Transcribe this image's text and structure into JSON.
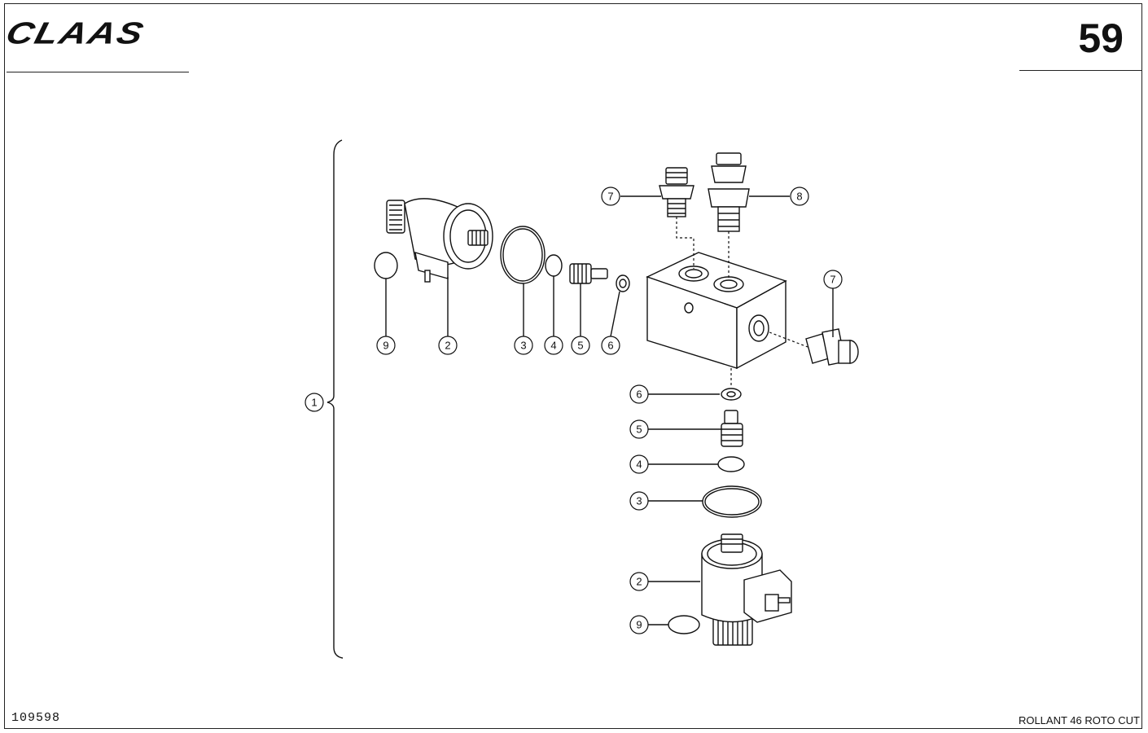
{
  "header": {
    "brand": "CLAAS",
    "page_number": "59"
  },
  "footer": {
    "drawing_number": "109598",
    "model": "ROLLANT 46 ROTO CUT"
  },
  "callouts": [
    {
      "id": "c1",
      "label": "1"
    },
    {
      "id": "c9a",
      "label": "9"
    },
    {
      "id": "c2a",
      "label": "2"
    },
    {
      "id": "c3a",
      "label": "3"
    },
    {
      "id": "c4a",
      "label": "4"
    },
    {
      "id": "c5a",
      "label": "5"
    },
    {
      "id": "c6a",
      "label": "6"
    },
    {
      "id": "c7a",
      "label": "7"
    },
    {
      "id": "c8",
      "label": "8"
    },
    {
      "id": "c7b",
      "label": "7"
    },
    {
      "id": "c6b",
      "label": "6"
    },
    {
      "id": "c5b",
      "label": "5"
    },
    {
      "id": "c4b",
      "label": "4"
    },
    {
      "id": "c3b",
      "label": "3"
    },
    {
      "id": "c2b",
      "label": "2"
    },
    {
      "id": "c9b",
      "label": "9"
    }
  ]
}
